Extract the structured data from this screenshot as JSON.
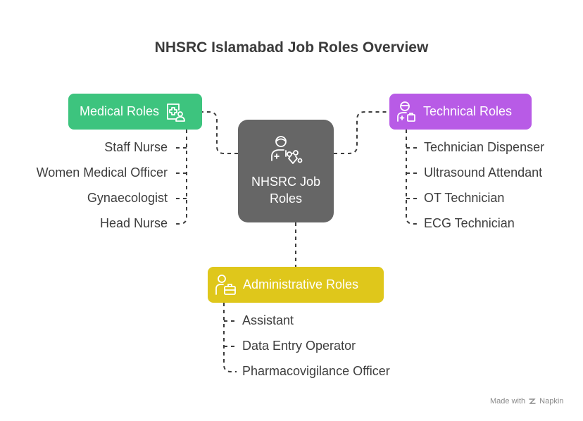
{
  "title": "NHSRC Islamabad Job Roles Overview",
  "center": {
    "label": "NHSRC Job Roles",
    "color": "#666666",
    "icon": "doctor-with-molecules-icon"
  },
  "categories": [
    {
      "id": "medical",
      "label": "Medical Roles",
      "color": "#3dc47e",
      "icon": "medical-records-icon",
      "roles": [
        "Staff Nurse",
        "Women Medical Officer",
        "Gynaecologist",
        "Head Nurse"
      ]
    },
    {
      "id": "technical",
      "label": "Technical Roles",
      "color": "#b85be6",
      "icon": "technician-icon",
      "roles": [
        "Technician Dispenser",
        "Ultrasound Attendant",
        "OT Technician",
        "ECG Technician"
      ]
    },
    {
      "id": "administrative",
      "label": "Administrative Roles",
      "color": "#dfc71b",
      "icon": "admin-briefcase-icon",
      "roles": [
        "Assistant",
        "Data Entry Operator",
        "Pharmacovigilance Officer"
      ]
    }
  ],
  "footer": {
    "prefix": "Made with",
    "brand": "Napkin",
    "icon": "napkin-logo-icon"
  }
}
